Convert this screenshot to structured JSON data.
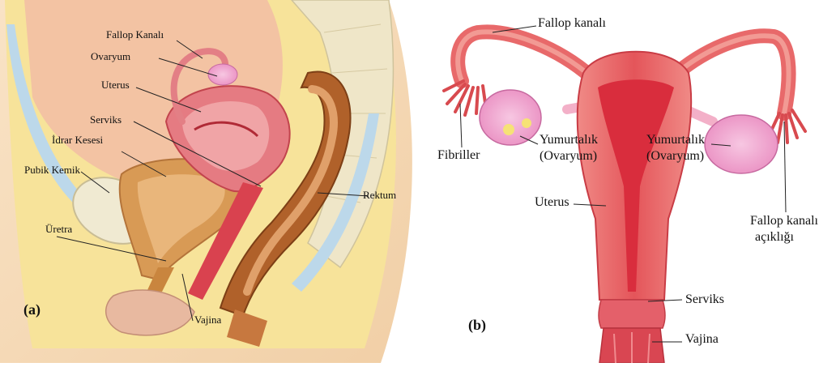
{
  "panel_a": {
    "tag": "(a)",
    "labels": {
      "fallop_kanali": "Fallop Kanalı",
      "ovaryum": "Ovaryum",
      "uterus": "Uterus",
      "serviks": "Serviks",
      "idrar_kesesi": "İdrar Kesesi",
      "pubik_kemik": "Pubik Kemik",
      "uretra": "Üretra",
      "rektum": "Rektum",
      "vajina": "Vajina"
    }
  },
  "panel_b": {
    "tag": "(b)",
    "labels": {
      "fallop_kanali": "Fallop kanalı",
      "fibriller": "Fibriller",
      "yumurtalik_left_1": "Yumurtalık",
      "yumurtalik_left_2": "(Ovaryum)",
      "yumurtalik_right_1": "Yumurtalık",
      "yumurtalik_right_2": "(Ovaryum)",
      "uterus": "Uterus",
      "fallop_aciklik_1": "Fallop kanalı",
      "fallop_aciklik_2": "açıklığı",
      "serviks": "Serviks",
      "vajina": "Vajina"
    }
  },
  "colors": {
    "skin": "#f6d9b4",
    "fat": "#f7e39a",
    "uterus": "#e04b56",
    "rectum": "#b0612a",
    "bladder": "#d89a55",
    "bone": "#f1ebd0",
    "ovary": "#f0a6cf",
    "tube": "#e8696a"
  }
}
